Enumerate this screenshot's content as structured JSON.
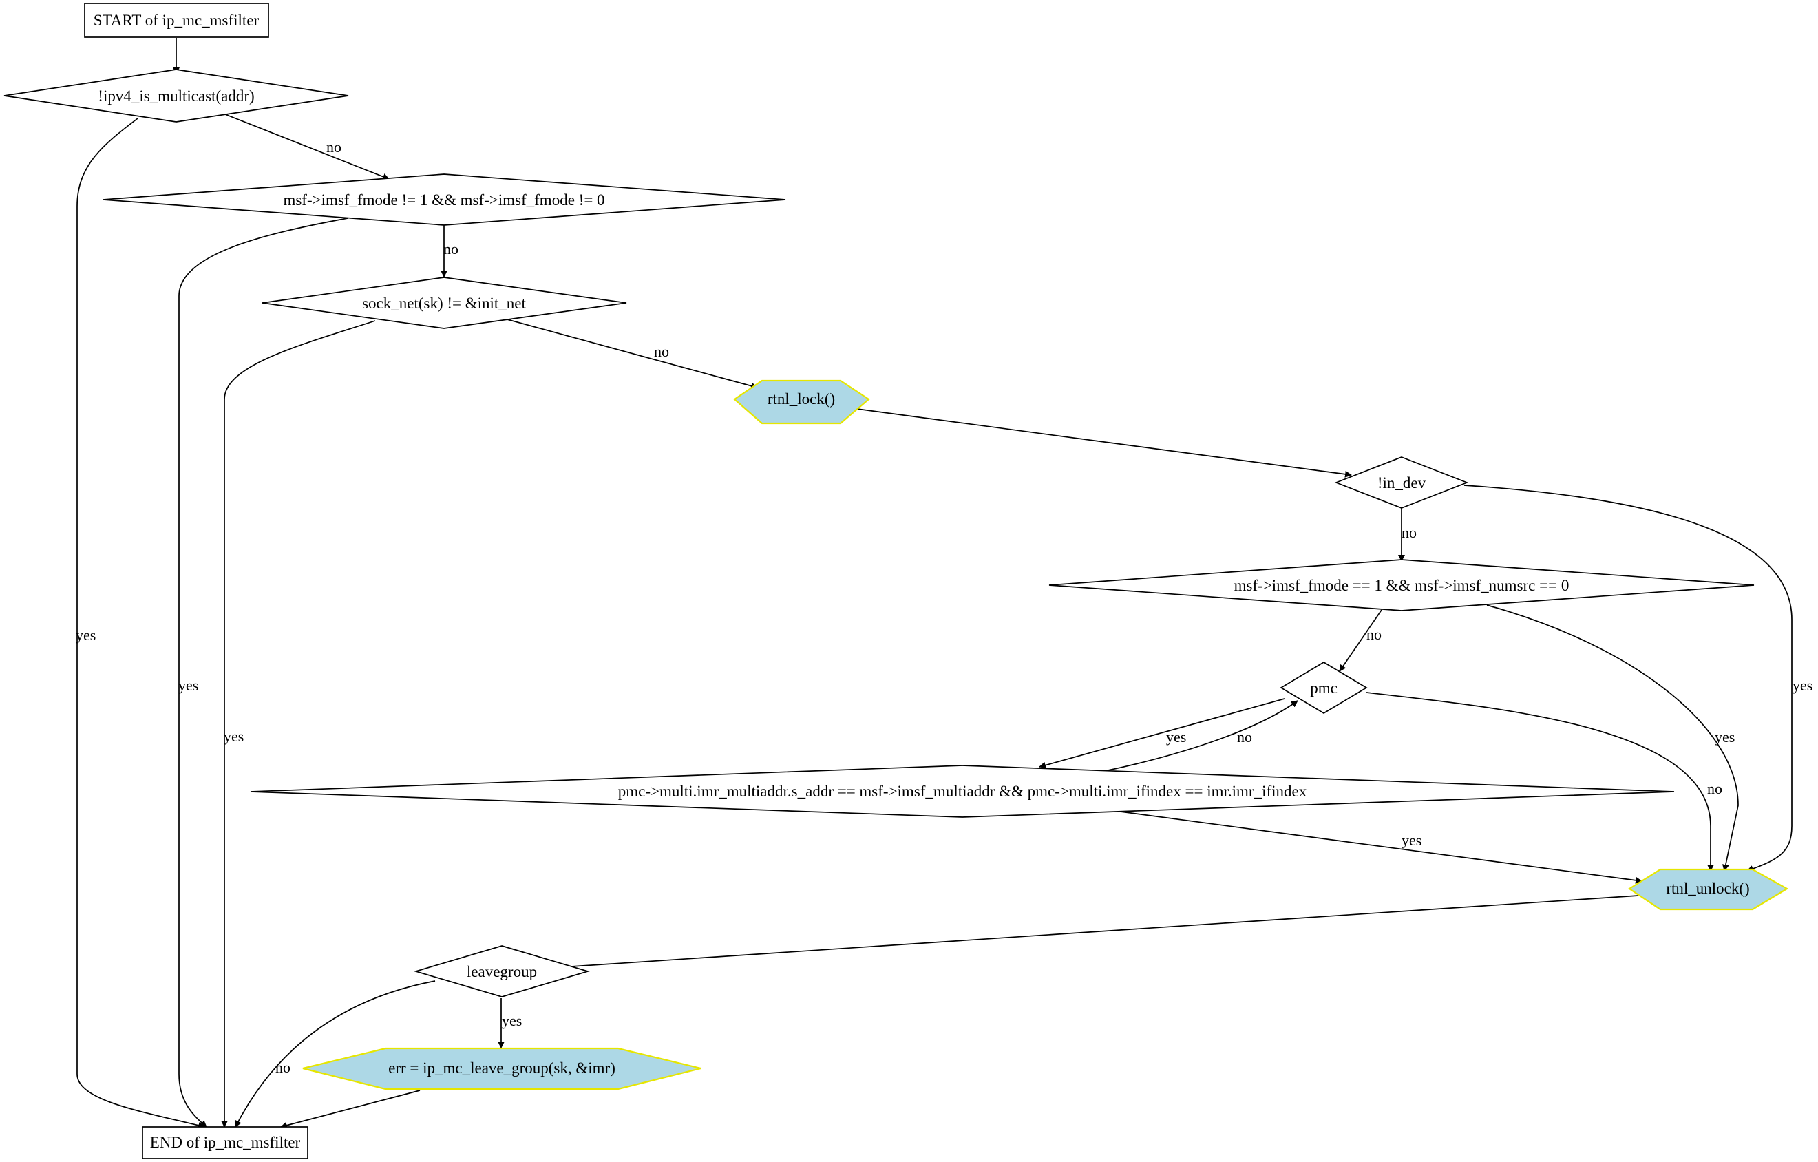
{
  "nodes": {
    "start": "START of ip_mc_msfilter",
    "d_multicast": "!ipv4_is_multicast(addr)",
    "d_fmode": "msf->imsf_fmode != 1 && msf->imsf_fmode != 0",
    "d_sock_net": "sock_net(sk) != &init_net",
    "rtnl_lock": "rtnl_lock()",
    "d_in_dev": "!in_dev",
    "d_numsrc": "msf->imsf_fmode == 1 && msf->imsf_numsrc == 0",
    "d_pmc": "pmc",
    "d_multiaddr": "pmc->multi.imr_multiaddr.s_addr == msf->imsf_multiaddr && pmc->multi.imr_ifindex == imr.imr_ifindex",
    "rtnl_unlock": "rtnl_unlock()",
    "d_leavegroup": "leavegroup",
    "leave_group": "err = ip_mc_leave_group(sk, &imr)",
    "end": "END of ip_mc_msfilter"
  },
  "edge_labels": {
    "multicast_yes": "yes",
    "multicast_no": "no",
    "fmode_yes": "yes",
    "fmode_no": "no",
    "sock_net_yes": "yes",
    "sock_net_no": "no",
    "in_dev_no": "no",
    "in_dev_yes": "yes",
    "numsrc_no": "no",
    "numsrc_yes": "yes",
    "pmc_yes": "yes",
    "pmc_no": "no",
    "multiaddr_no": "no",
    "multiaddr_yes": "yes",
    "leavegroup_yes": "yes",
    "leavegroup_no": "no"
  }
}
